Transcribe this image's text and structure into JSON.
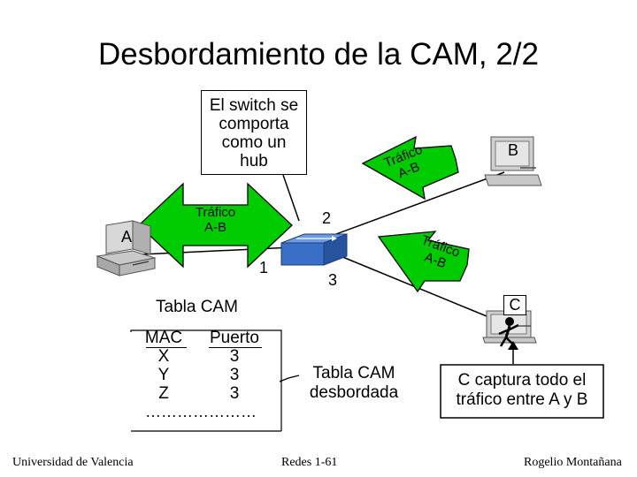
{
  "title": "Desbordamiento de la CAM, 2/2",
  "callout_hub": [
    "El switch se",
    "comporta",
    "como un",
    "hub"
  ],
  "hosts": {
    "a": "A",
    "b": "B",
    "c": "C"
  },
  "ports": {
    "p1": "1",
    "p2": "2",
    "p3": "3"
  },
  "traffic_arrow_a": [
    "Tráfico",
    "A-B"
  ],
  "traffic_arrow_b": [
    "Tráfico",
    "A-B"
  ],
  "traffic_arrow_c": [
    "Tráfico",
    "A-B"
  ],
  "cam_table": {
    "title": "Tabla CAM",
    "headers": [
      "MAC",
      "Puerto"
    ],
    "rows": [
      [
        "X",
        "3"
      ],
      [
        "Y",
        "3"
      ],
      [
        "Z",
        "3"
      ]
    ],
    "ellipsis": "…………………"
  },
  "overflow_note": [
    "Tabla CAM",
    "desbordada"
  ],
  "capture_note": [
    "C captura todo el",
    "tráfico entre A y B"
  ],
  "footer": {
    "left": "Universidad de Valencia",
    "center": "Redes 1-61",
    "right": "Rogelio Montañana"
  },
  "colors": {
    "arrow_green": "#00cc00",
    "switch_blue": "#3a6fc8",
    "pc_gray": "#c8c8c8"
  }
}
